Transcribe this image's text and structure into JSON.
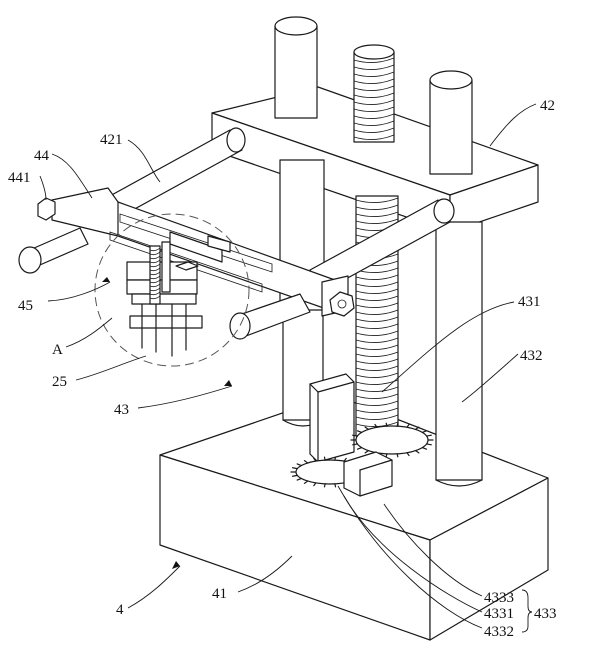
{
  "labels": {
    "l4": "4",
    "l41": "41",
    "l42": "42",
    "l43": "43",
    "l44": "44",
    "l441": "441",
    "l45": "45",
    "l421": "421",
    "l431": "431",
    "l432": "432",
    "l4331": "4331",
    "l4332": "4332",
    "l4333": "4333",
    "l433": "433",
    "lA": "A",
    "l25": "25"
  }
}
